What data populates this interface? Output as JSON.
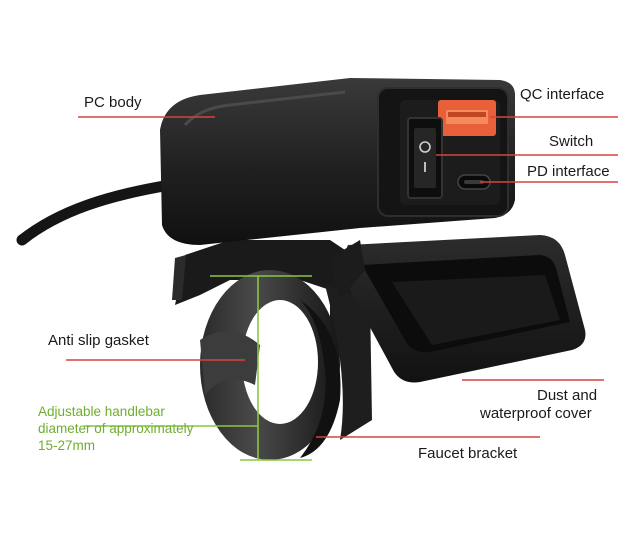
{
  "labels": {
    "pc_body": "PC body",
    "qc_interface": "QC interface",
    "switch": "Switch",
    "pd_interface": "PD interface",
    "anti_slip_gasket": "Anti slip gasket",
    "handlebar_line1": "Adjustable handlebar",
    "handlebar_line2": "diameter of approximately",
    "handlebar_line3": "15-27mm",
    "cover_line1": "Dust and",
    "cover_line2": "waterproof cover",
    "faucet_bracket": "Faucet bracket"
  },
  "colors": {
    "leader_red": "#d8413f",
    "dimension_green": "#8cc63f",
    "device_black": "#1c1c1c",
    "usb_qc_orange": "#e8603a"
  },
  "icons": [
    "power-switch-icon",
    "usb-a-port-icon",
    "usb-c-port-icon"
  ]
}
